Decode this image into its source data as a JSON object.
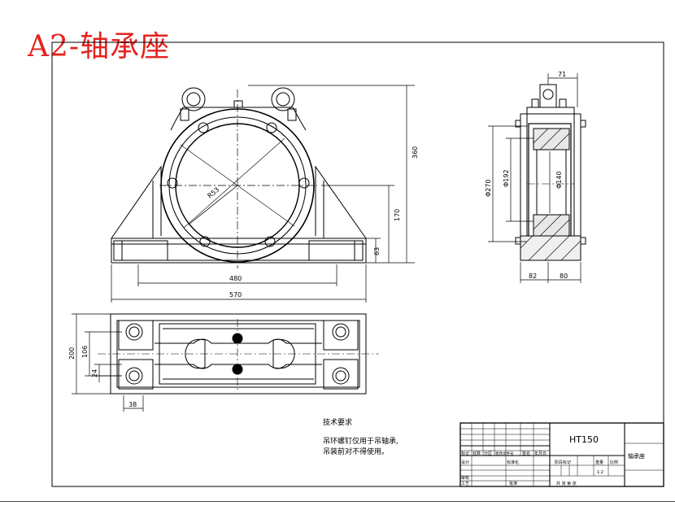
{
  "title": "A2-轴承座",
  "dimensions": {
    "front": {
      "height_total": "360",
      "height_center": "170",
      "height_base": "63",
      "radius": "R53",
      "width_bolt": "480",
      "width_total": "570"
    },
    "side": {
      "top": "71",
      "dia_outer": "Φ270",
      "dia_mid": "Φ192",
      "dia_inner": "Φ140",
      "bottom_left": "82",
      "bottom_right": "80"
    },
    "top_view": {
      "height_total": "200",
      "height_mid": "106",
      "height_small": "24",
      "width_small": "38"
    }
  },
  "notes": {
    "heading": "技术要求",
    "line1": "吊环螺钉仅用于吊轴承,",
    "line2": "吊装前对不得使用。"
  },
  "title_block": {
    "material": "HT150",
    "part_name": "轴承座",
    "scale": "1:2",
    "col_labels": [
      "标记",
      "处数",
      "分区",
      "更改文件号",
      "签名",
      "年月日"
    ],
    "row_design": "设计",
    "row_standard": "标准化",
    "row_check": "审核",
    "row_process": "工艺",
    "row_approve": "批准",
    "stage_label": "阶段标记",
    "weight_label": "重量",
    "scale_label": "比例",
    "sheet_label": "共 张 第 张"
  }
}
